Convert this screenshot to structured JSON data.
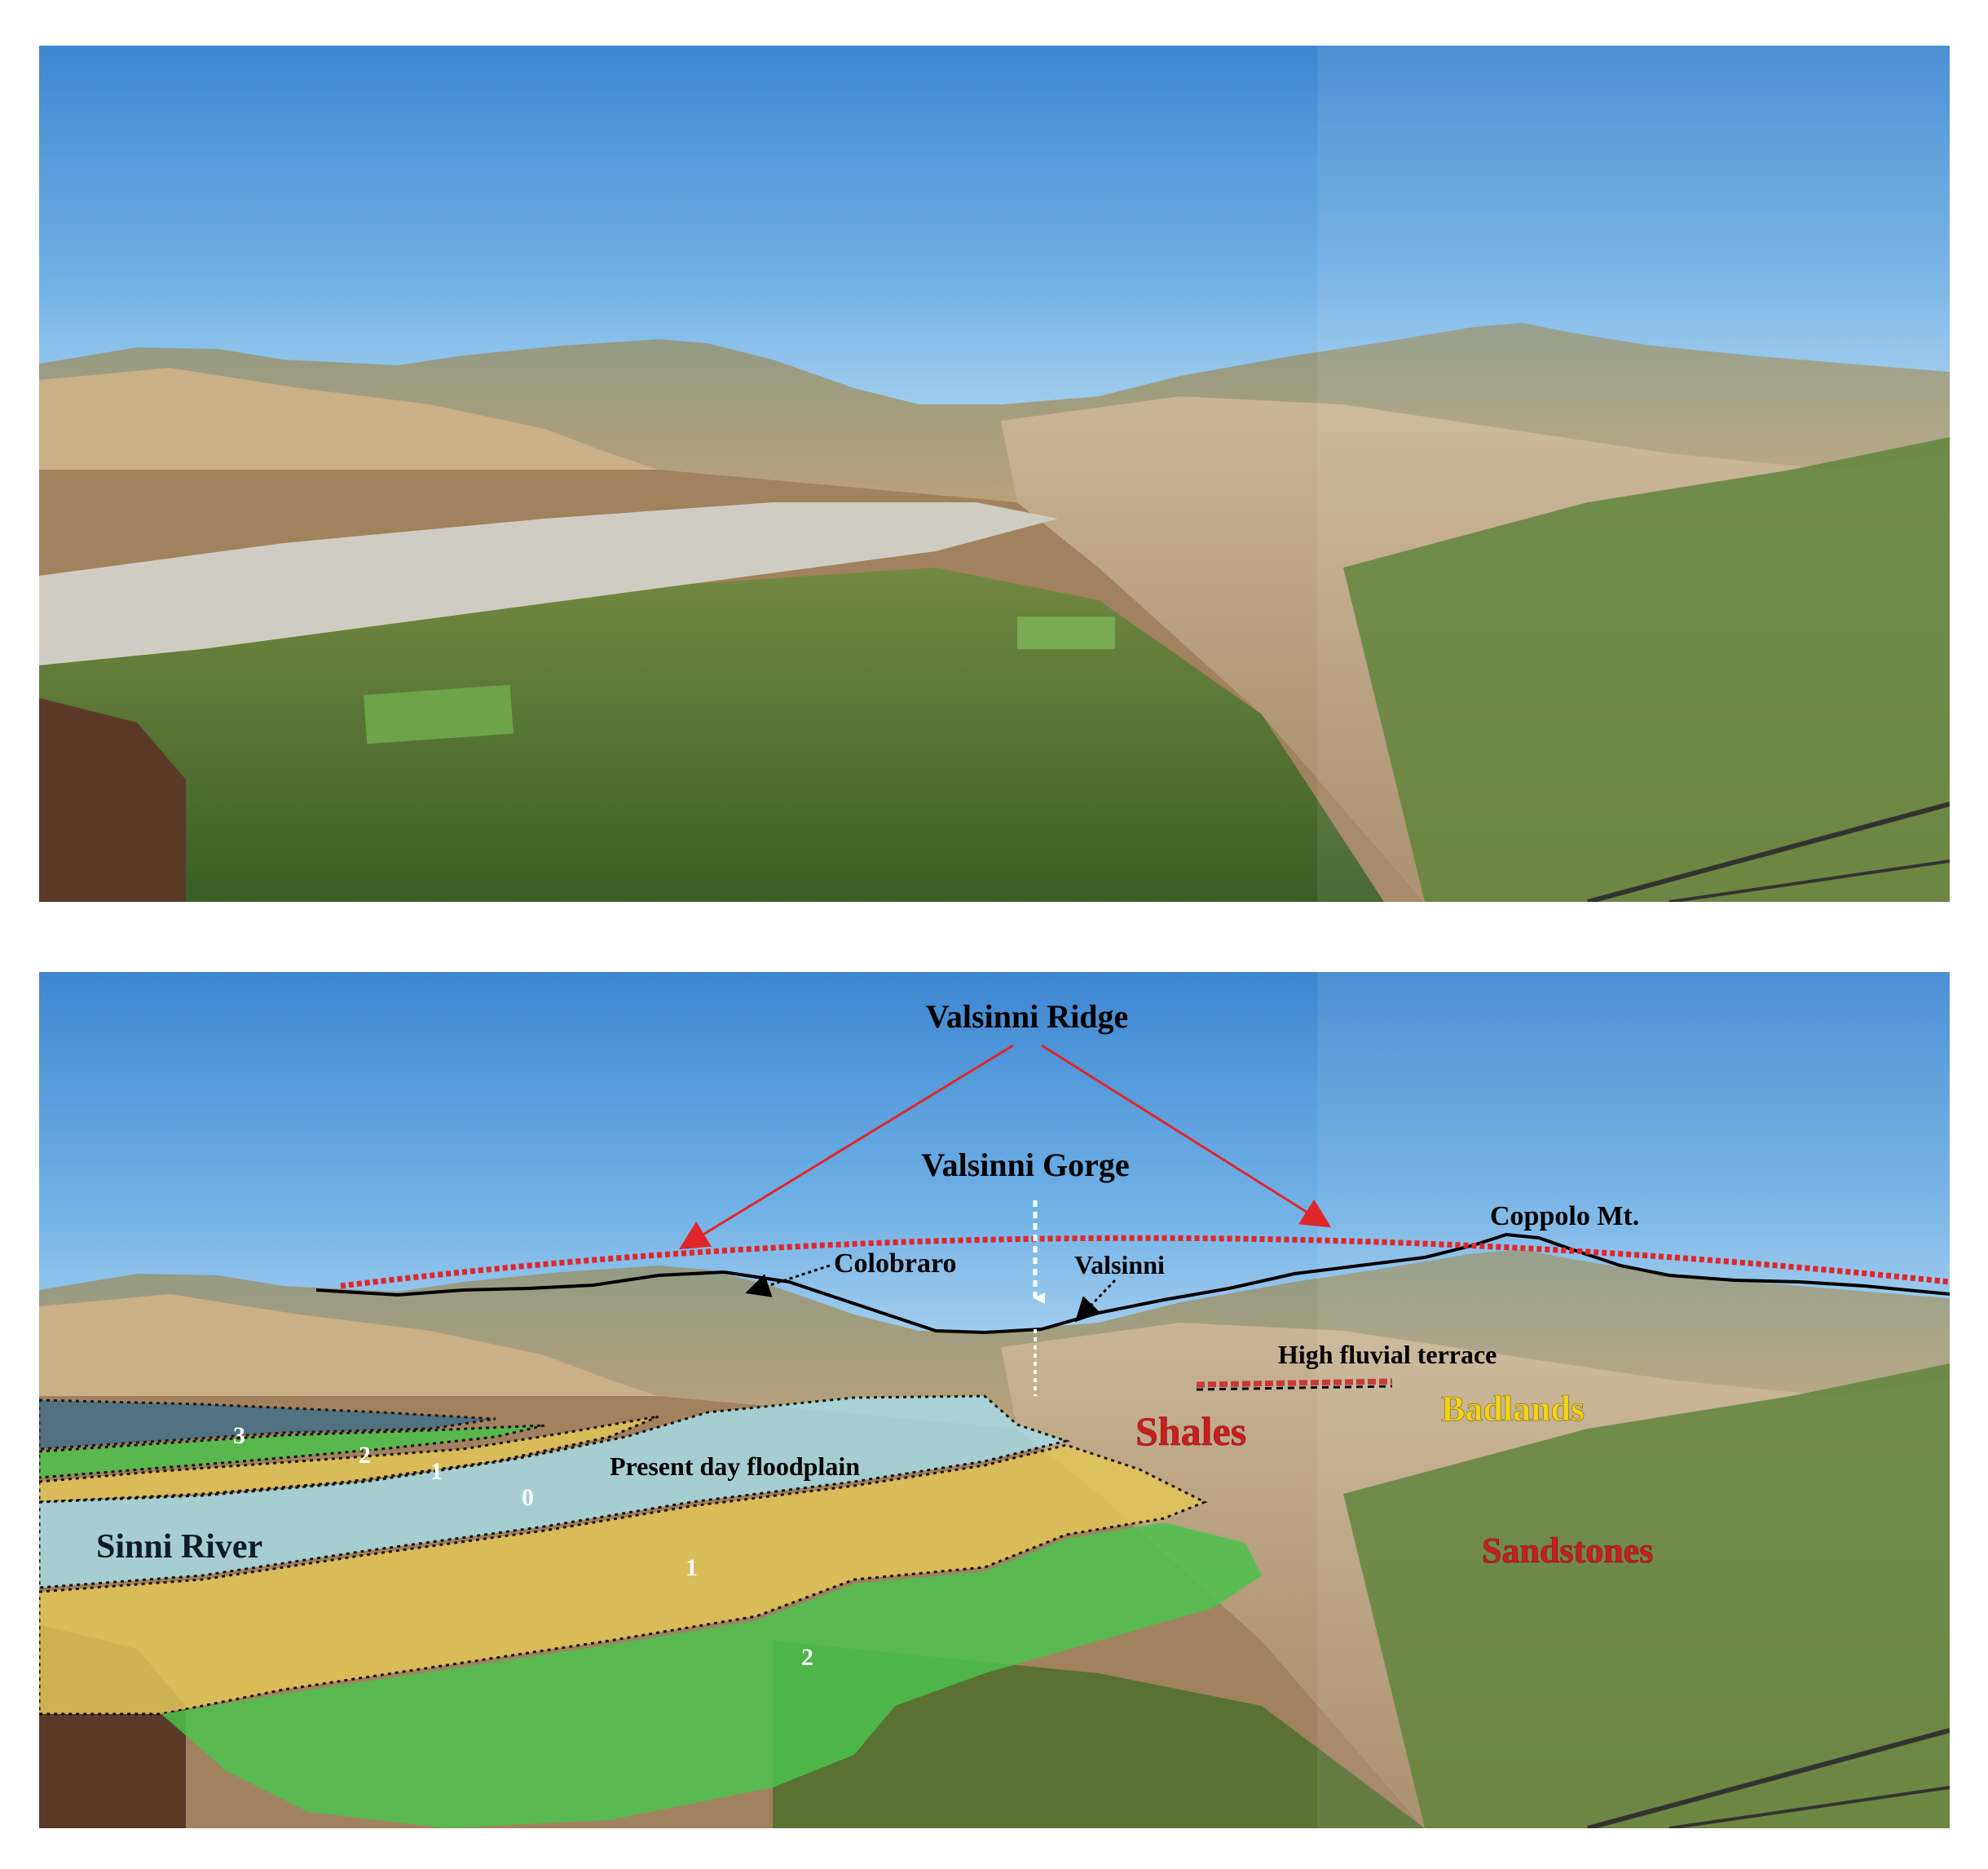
{
  "figure": {
    "panel_top": {
      "description_hidden": ""
    },
    "panel_bottom": {
      "labels": {
        "valsinni_ridge": "Valsinni Ridge",
        "valsinni_gorge": "Valsinni Gorge",
        "coppolo_mt": "Coppolo Mt.",
        "colobraro": "Colobraro",
        "valsinni": "Valsinni",
        "high_fluvial_terrace": "High fluvial terrace",
        "shales": "Shales",
        "badlands": "Badlands",
        "sandstones": "Sandstones",
        "present_day_floodplain": "Present day floodplain",
        "sinni_river": "Sinni River",
        "terrace_0": "0",
        "terrace_1a": "1",
        "terrace_1b": "1",
        "terrace_2a": "2",
        "terrace_2b": "2",
        "terrace_3": "3"
      }
    },
    "colors": {
      "ridge_arrow": "#e0262a",
      "label_red": "#c81e1e",
      "label_yellow": "#f2d21a",
      "floodplain_fill": "#a8dce6",
      "terrace1_fill": "#e3c65a",
      "terrace2_fill": "#4cc24c",
      "terrace3_fill": "#3e6e8a"
    }
  }
}
